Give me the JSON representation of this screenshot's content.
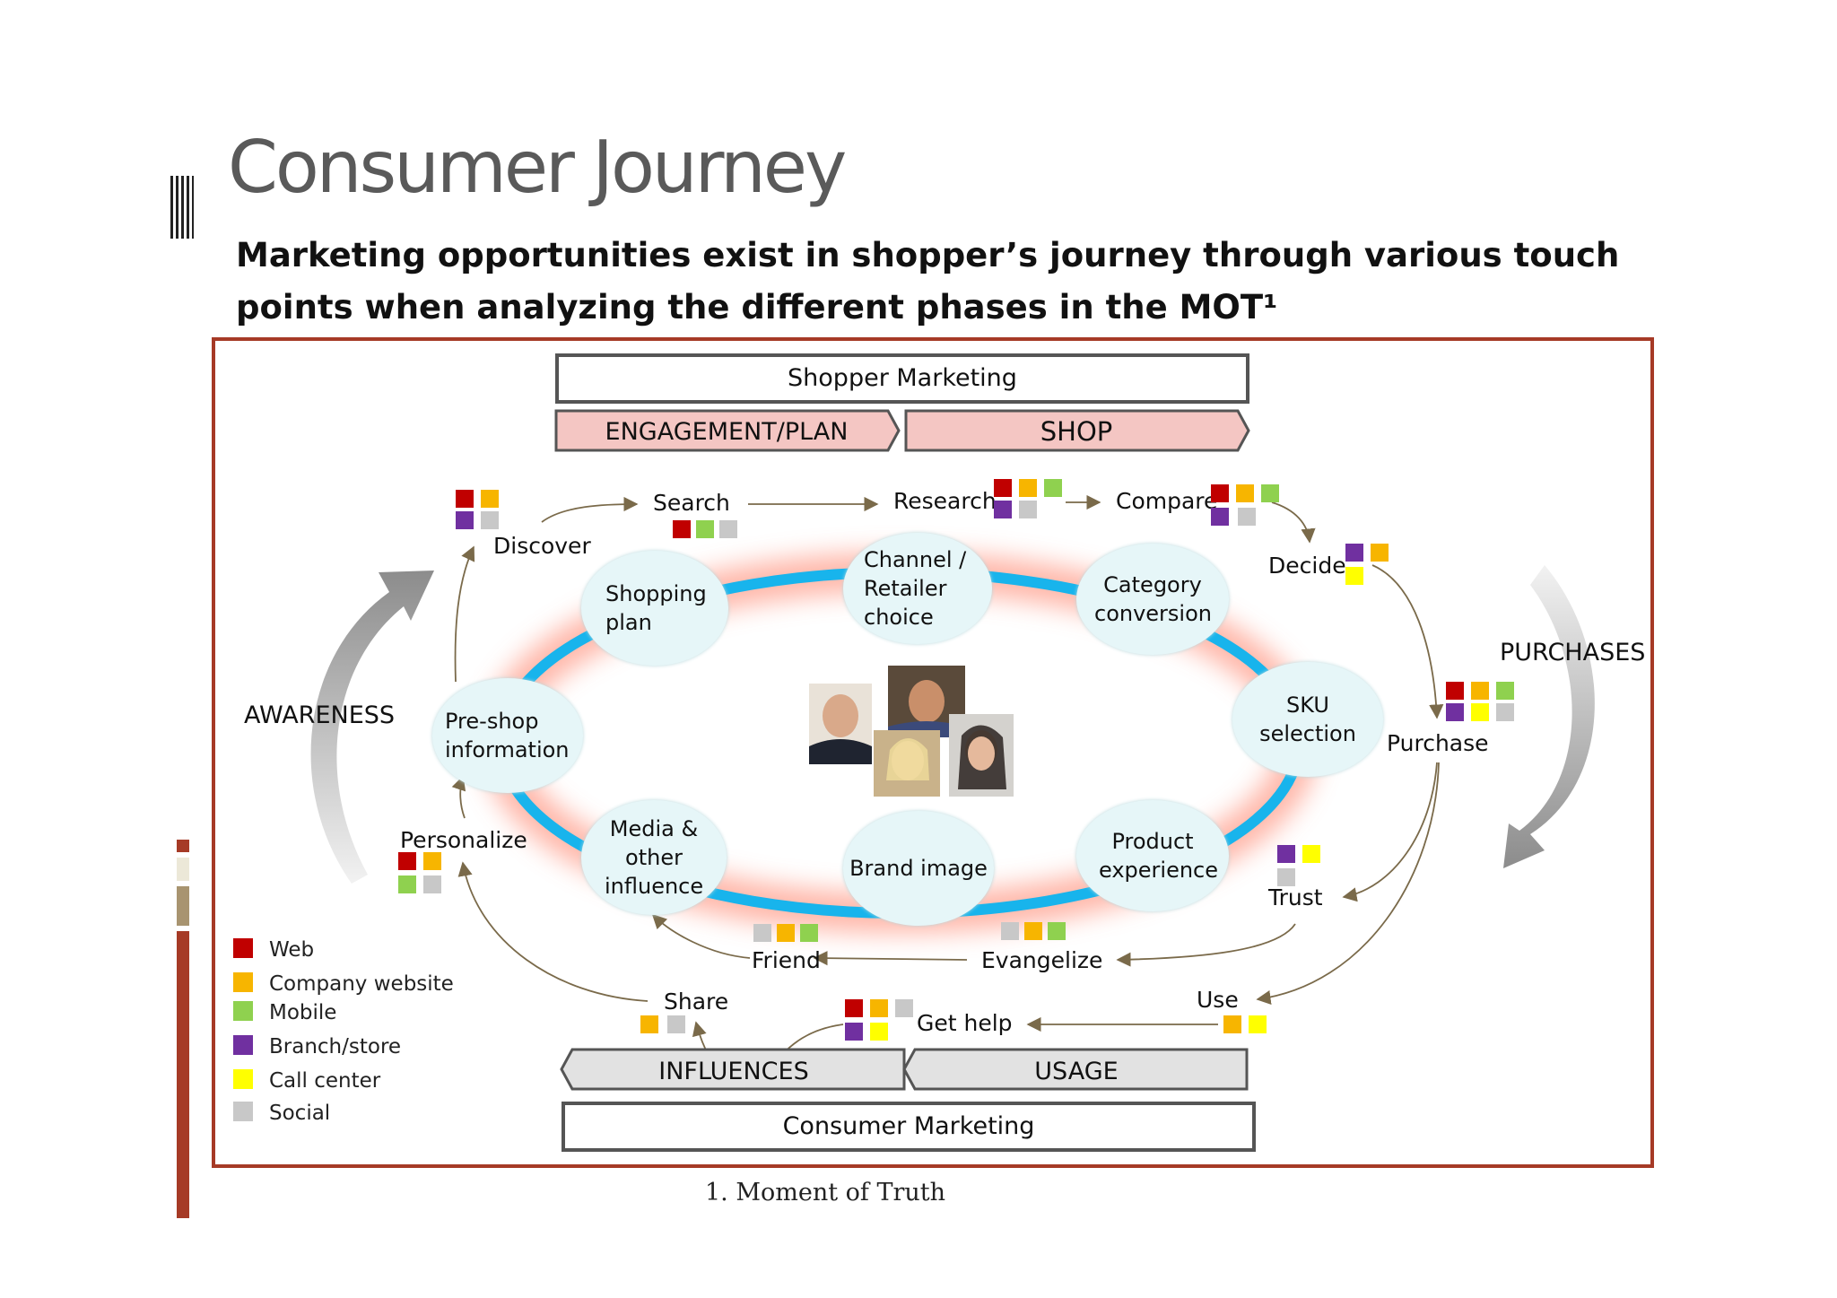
{
  "title": "Consumer Journey",
  "subtitle": "Marketing opportunities exist in shopper’s journey through various touch points when analyzing the different phases in the MOT¹",
  "header": {
    "top_box": "Shopper Marketing",
    "left_arrow": "ENGAGEMENT/PLAN",
    "right_arrow": "SHOP"
  },
  "footer": {
    "left_arrow": "INFLUENCES",
    "right_arrow": "USAGE",
    "bottom_box": "Consumer Marketing"
  },
  "phases": {
    "awareness": "AWARENESS",
    "purchases": "PURCHASES"
  },
  "cycle_nodes": [
    {
      "id": "shopping-plan",
      "label": "Shopping plan"
    },
    {
      "id": "channel",
      "label": "Channel / Retailer choice"
    },
    {
      "id": "category",
      "label": "Category conversion"
    },
    {
      "id": "sku",
      "label": "SKU selection"
    },
    {
      "id": "product",
      "label": "Product experience"
    },
    {
      "id": "brand",
      "label": "Brand image"
    },
    {
      "id": "media",
      "label": "Media & other influence"
    },
    {
      "id": "preshop",
      "label": "Pre-shop information"
    }
  ],
  "touchpoints": {
    "discover": "Discover",
    "search": "Search",
    "research": "Research",
    "compare": "Compare",
    "decide": "Decide",
    "purchase": "Purchase",
    "trust": "Trust",
    "use": "Use",
    "get_help": "Get help",
    "share": "Share",
    "personalize": "Personalize",
    "evangelize": "Evangelize",
    "friend": "Friend"
  },
  "legend": [
    {
      "label": "Web",
      "color": "#c00000"
    },
    {
      "label": "Company website",
      "color": "#f7b500"
    },
    {
      "label": "Mobile",
      "color": "#8fd14f"
    },
    {
      "label": "Branch/store",
      "color": "#7030a0"
    },
    {
      "label": "Call center",
      "color": "#ffff00"
    },
    {
      "label": "Social",
      "color": "#c8c8c8"
    }
  ],
  "footnote": "1. Moment of Truth"
}
